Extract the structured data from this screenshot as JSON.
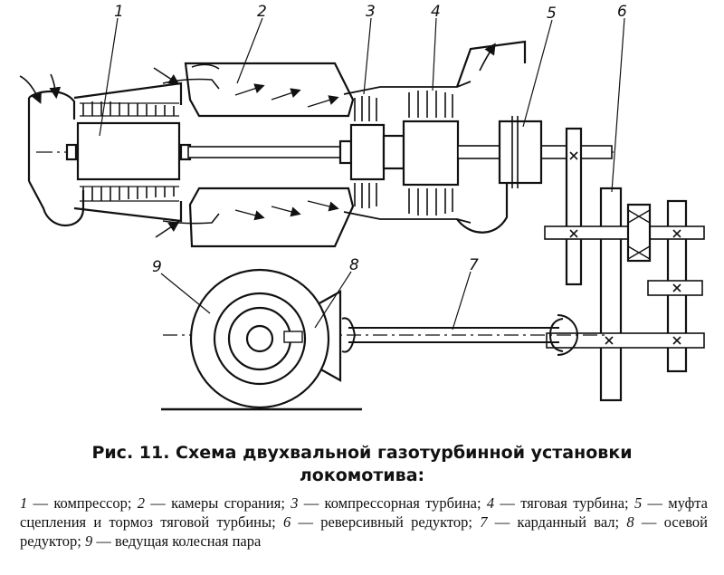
{
  "figure": {
    "labels": [
      "1",
      "2",
      "3",
      "4",
      "5",
      "6",
      "7",
      "8",
      "9"
    ],
    "caption_line1": "Рис. 11. Схема двухвальной газотурбинной установки",
    "caption_line2": "локомотива:",
    "legend": [
      {
        "num": "1",
        "text": " — компрессор; "
      },
      {
        "num": "2",
        "text": " — камеры сгорания; "
      },
      {
        "num": "3",
        "text": " — компрессорная турбина; "
      },
      {
        "num": "4",
        "text": " — тяговая турбина; "
      },
      {
        "num": "5",
        "text": " — муфта сцепления и тормоз тяговой турбины; "
      },
      {
        "num": "6",
        "text": " — реверсивный редуктор; "
      },
      {
        "num": "7",
        "text": " — карданный вал; "
      },
      {
        "num": "8",
        "text": " — осевой редуктор; "
      },
      {
        "num": "9",
        "text": " — ведущая колесная пара"
      }
    ]
  }
}
